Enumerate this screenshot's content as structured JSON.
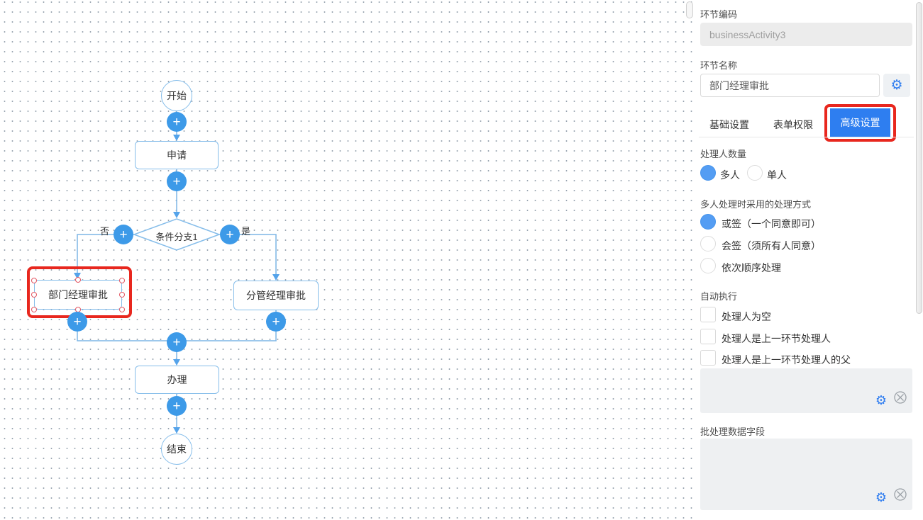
{
  "canvas": {
    "plus": "+",
    "nodes": {
      "start": {
        "label": "开始"
      },
      "apply": {
        "label": "申请"
      },
      "condition": {
        "label": "条件分支1"
      },
      "dept_manager": {
        "label": "部门经理审批"
      },
      "branch_manager": {
        "label": "分管经理审批"
      },
      "handle": {
        "label": "办理"
      },
      "end": {
        "label": "结束"
      }
    },
    "edge_labels": {
      "no": "否",
      "yes": "是"
    }
  },
  "panel": {
    "code": {
      "label": "环节编码",
      "value": "businessActivity3"
    },
    "name": {
      "label": "环节名称",
      "value": "部门经理审批"
    },
    "tabs": [
      {
        "label": "基础设置",
        "active": false
      },
      {
        "label": "表单权限",
        "active": false
      },
      {
        "label": "高级设置",
        "active": true
      }
    ],
    "handler_count": {
      "label": "处理人数量",
      "options": [
        {
          "label": "多人",
          "selected": true
        },
        {
          "label": "单人",
          "selected": false
        }
      ]
    },
    "multi_method": {
      "label": "多人处理时采用的处理方式",
      "options": [
        {
          "label": "或签（一个同意即可）",
          "selected": true
        },
        {
          "label": "会签（须所有人同意）",
          "selected": false
        },
        {
          "label": "依次顺序处理",
          "selected": false
        }
      ]
    },
    "auto_exec": {
      "label": "自动执行",
      "options": [
        {
          "label": "处理人为空",
          "checked": false
        },
        {
          "label": "处理人是上一环节处理人",
          "checked": false
        },
        {
          "label": "处理人是上一环节处理人的父",
          "checked": false
        }
      ]
    },
    "batch_field": {
      "label": "批处理数据字段"
    },
    "icons": {
      "gear": "⚙"
    }
  },
  "colors": {
    "accent_blue": "#2e7ef0",
    "flow_button_blue": "#3d9ae8",
    "node_border_blue": "#85bdea",
    "annotation_red": "#e8271e"
  }
}
